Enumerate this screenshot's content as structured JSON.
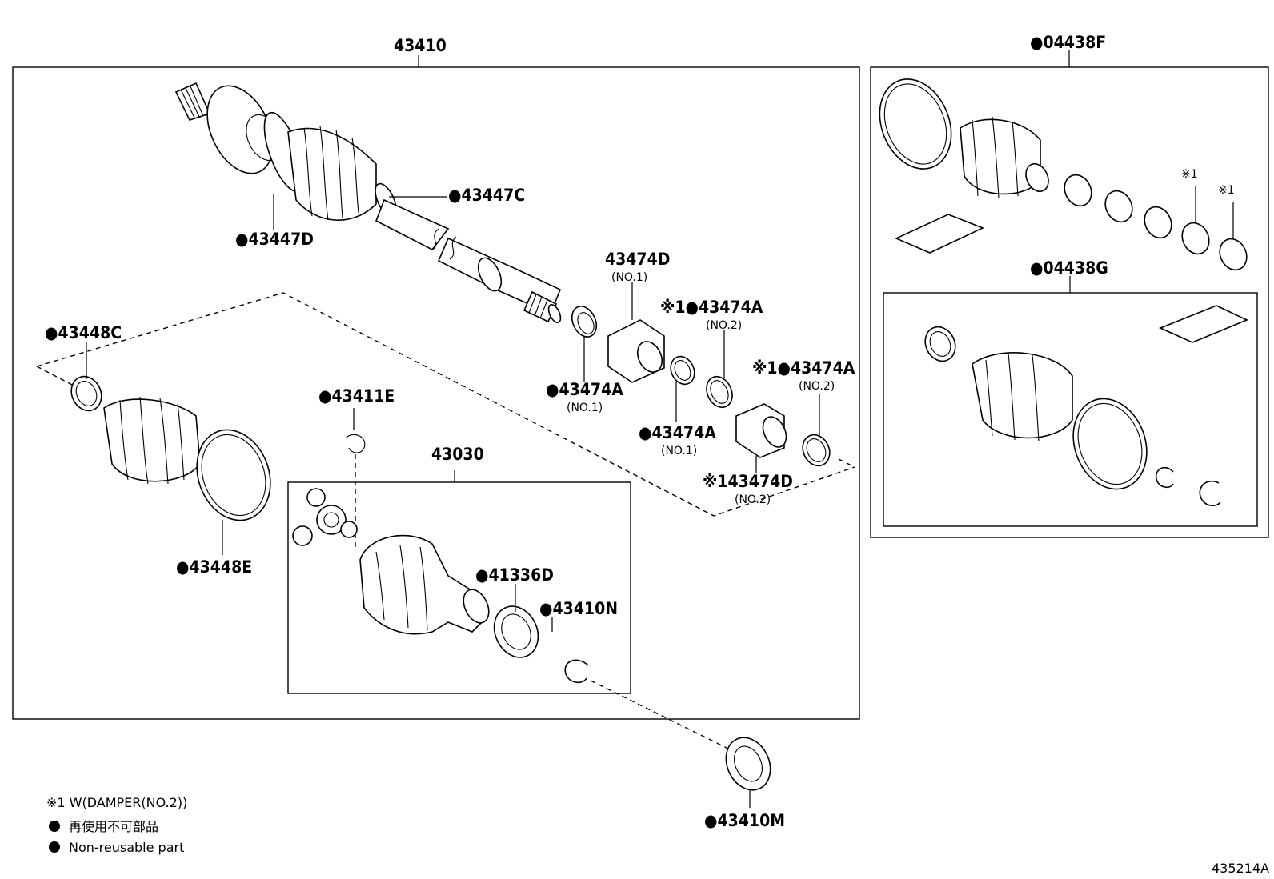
{
  "labels": {
    "assy_43410": "43410",
    "kit_04438F": "●04438F",
    "kit_04438G": "●04438G",
    "clamp_43447C": "●43447C",
    "clamp_43447D": "●43447D",
    "clamp_43448C": "●43448C",
    "boot_43448E": "●43448E",
    "damper_43474D": "43474D",
    "damper_43474D_sub": "(NO.1)",
    "clamp_43474A_top": "※1●43474A",
    "clamp_43474A_top_sub": "(NO.2)",
    "clamp_43474A_mid1": "●43474A",
    "clamp_43474A_mid1_sub": "(NO.1)",
    "clamp_43474A_right": "※1●43474A",
    "clamp_43474A_right_sub": "(NO.2)",
    "clamp_43474A_low": "●43474A",
    "clamp_43474A_low_sub": "(NO.1)",
    "damper_43474D_no2": "※143474D",
    "damper_43474D_no2_sub": "(NO.2)",
    "ring_43411E": "●43411E",
    "joint_43030": "43030",
    "seal_41336D": "●41336D",
    "ring_43410N": "●43410N",
    "bearing_43410M": "●43410M",
    "kit_note_1a": "※1",
    "kit_note_1b": "※1"
  },
  "legend": {
    "note1": "※1 W(DAMPER(NO.2))",
    "ja": "再使用不可部品",
    "en": "Non-reusable part"
  },
  "figure_code": "435214A"
}
